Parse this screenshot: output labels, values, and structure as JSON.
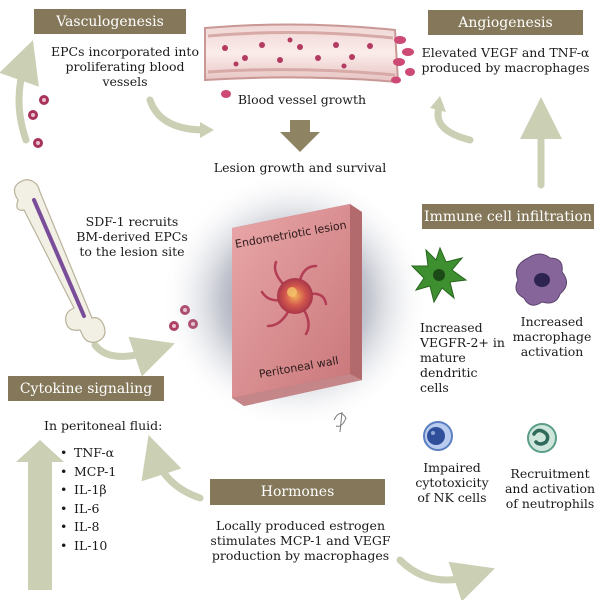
{
  "headers": {
    "vasculogenesis": "Vasculogenesis",
    "angiogenesis": "Angiogenesis",
    "immune": "Immune cell infiltration",
    "cytokine": "Cytokine signaling",
    "hormones": "Hormones"
  },
  "texts": {
    "vasculogenesis_body": "EPCs incorporated into proliferating blood vessels",
    "blood_vessel": "Blood vessel growth",
    "angiogenesis_body": "Elevated VEGF and TNF-α produced by macrophages",
    "lesion_growth": "Lesion growth and survival",
    "sdf1": "SDF-1 recruits BM-derived EPCs to the lesion site",
    "endometriotic": "Endometriotic lesion",
    "peritoneal": "Peritoneal wall",
    "vegfr": "Increased VEGFR-2+ in mature dendritic cells",
    "macrophage": "Increased macrophage activation",
    "nk": "Impaired cytotoxicity of NK cells",
    "neutrophils": "Recruitment and activation of neutrophils",
    "peritoneal_fluid": "In peritoneal fluid:",
    "hormones_body": "Locally produced estrogen stimulates MCP-1 and VEGF production by macrophages"
  },
  "cytokines": [
    "TNF-α",
    "MCP-1",
    "IL-1β",
    "IL-6",
    "IL-8",
    "IL-10"
  ],
  "colors": {
    "header_bg": "#85785a",
    "arrow": "#cbd0b4",
    "vessel_wall": "#e9c8c6",
    "epc": "#a8335a",
    "dendritic": "#3e8f2f",
    "macrophage": "#86669a",
    "nk": "#5b7fc0",
    "neutrophil": "#5a9e88"
  }
}
